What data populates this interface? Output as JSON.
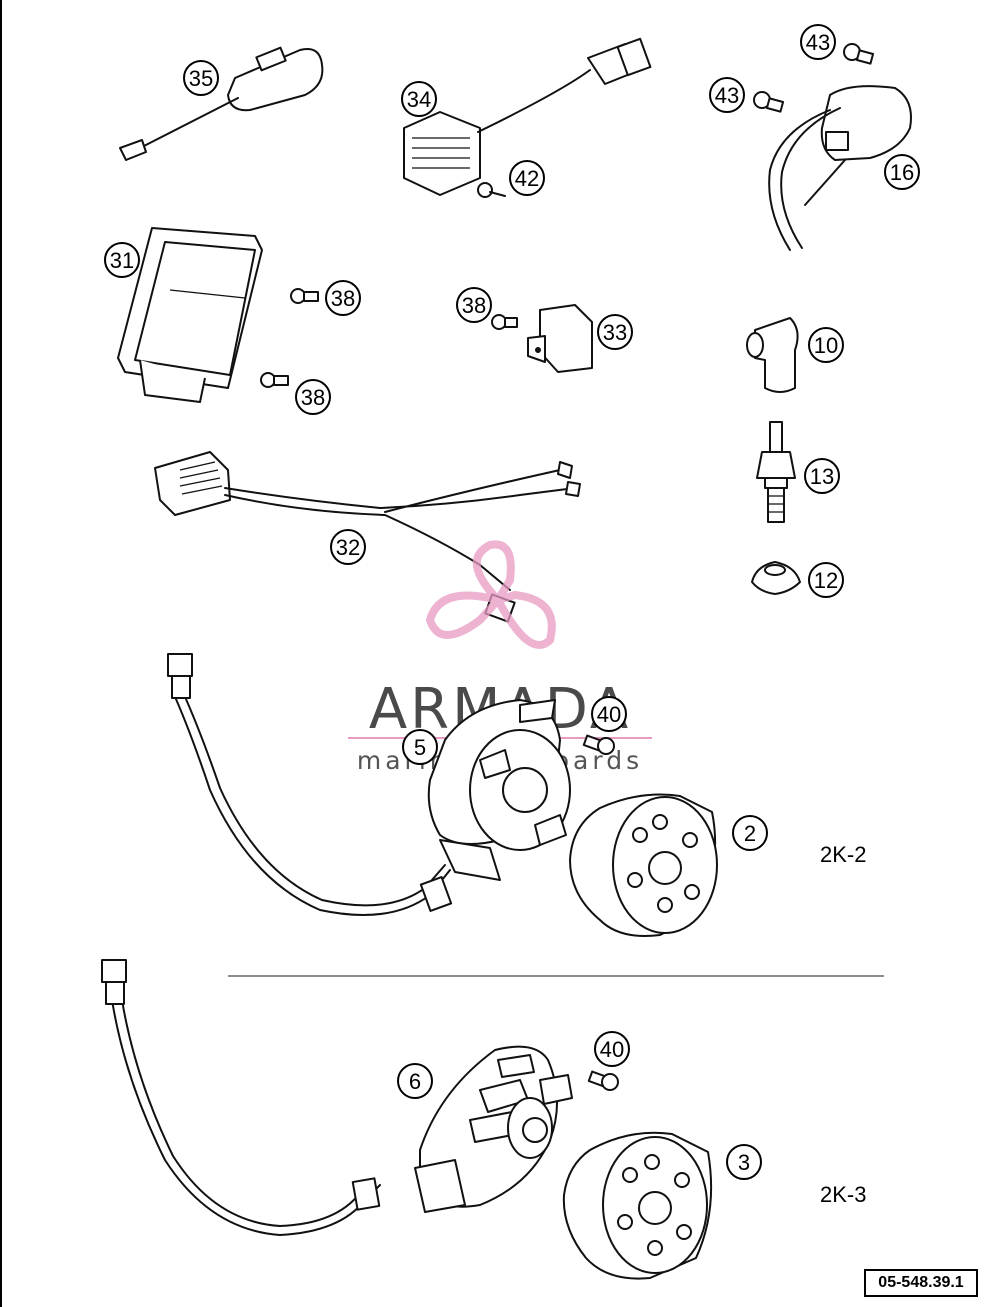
{
  "callouts": [
    "35",
    "34",
    "43",
    "43",
    "42",
    "16",
    "31",
    "38",
    "38",
    "33",
    "38",
    "10",
    "13",
    "12",
    "32",
    "40",
    "5",
    "2",
    "6",
    "40",
    "3"
  ],
  "variants": {
    "top": "2K-2",
    "bottom": "2K-3"
  },
  "watermark": {
    "title": "ARMADA",
    "subtitle": "marine outboards",
    "brand_color": "#e79ac2",
    "text_color": "#4a4a4a"
  },
  "drawing_code": "05-548.39.1"
}
